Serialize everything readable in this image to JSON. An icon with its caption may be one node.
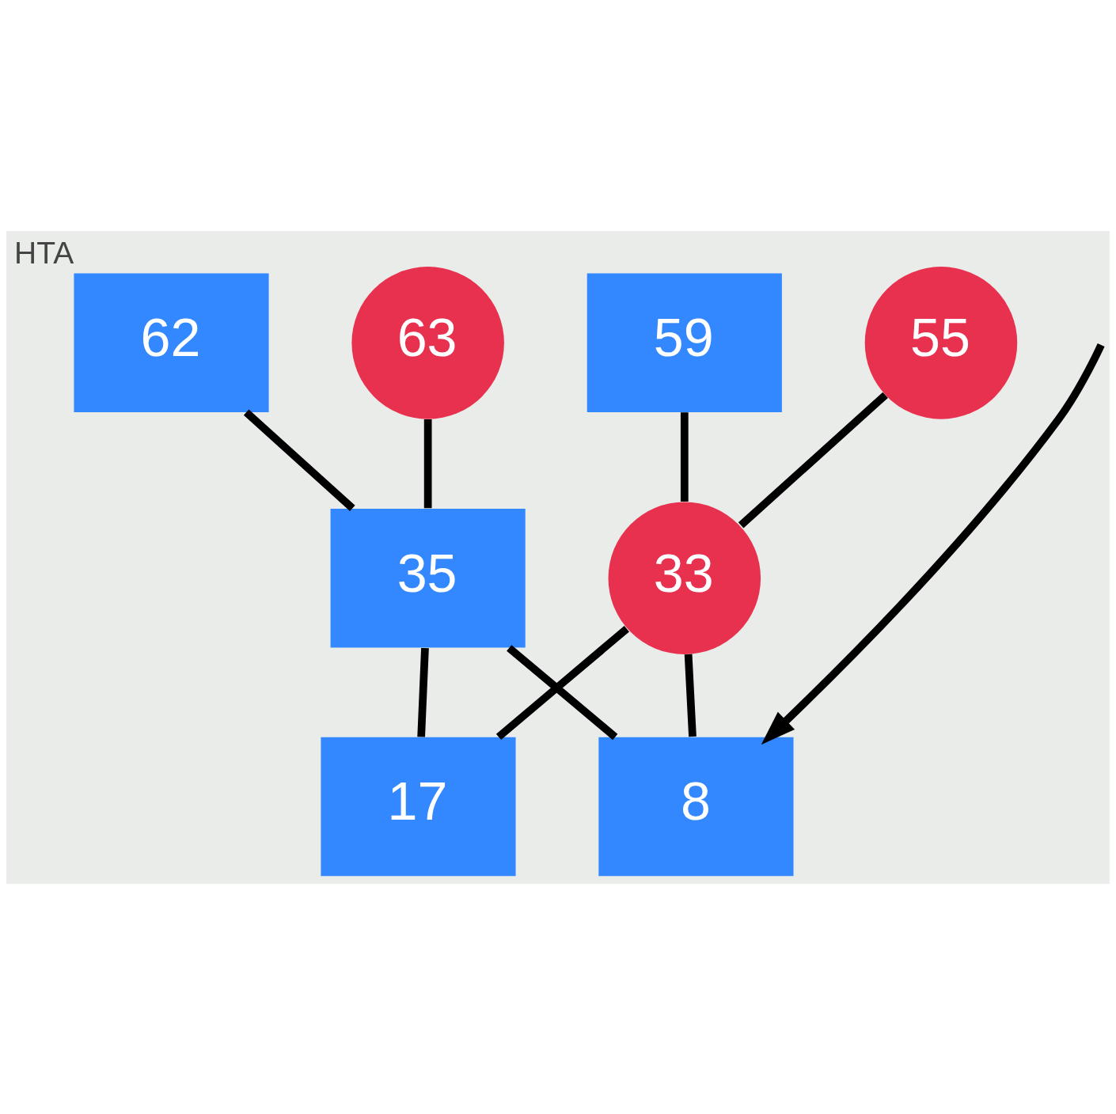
{
  "diagram": {
    "nodes": [
      {
        "text": [
          "62"
        ],
        "beside": [
          "HTA"
        ]
      },
      {
        "text": [
          "63"
        ]
      },
      {
        "text": [
          "59"
        ]
      },
      {
        "text": [
          "55"
        ]
      },
      {
        "text": [
          "35"
        ]
      },
      {
        "text": [
          "33"
        ]
      },
      {
        "text": [
          "17"
        ]
      },
      {
        "text": [
          "8"
        ]
      }
    ],
    "edges": [
      {
        "from": 0,
        "to": 4,
        "arrow": "none"
      },
      {
        "from": 1,
        "to": 4,
        "arrow": "none"
      },
      {
        "from": 2,
        "to": 5,
        "arrow": "none"
      },
      {
        "from": 3,
        "to": 5,
        "arrow": "none"
      },
      {
        "from": 4,
        "to": 6,
        "arrow": "none"
      },
      {
        "from": 4,
        "to": 7,
        "arrow": "none"
      },
      {
        "from": 5,
        "to": 6,
        "arrow": "none"
      },
      {
        "from": 5,
        "to": 7,
        "arrow": "none"
      },
      {
        "from": null,
        "to": 7,
        "arrow": "to"
      }
    ]
  }
}
